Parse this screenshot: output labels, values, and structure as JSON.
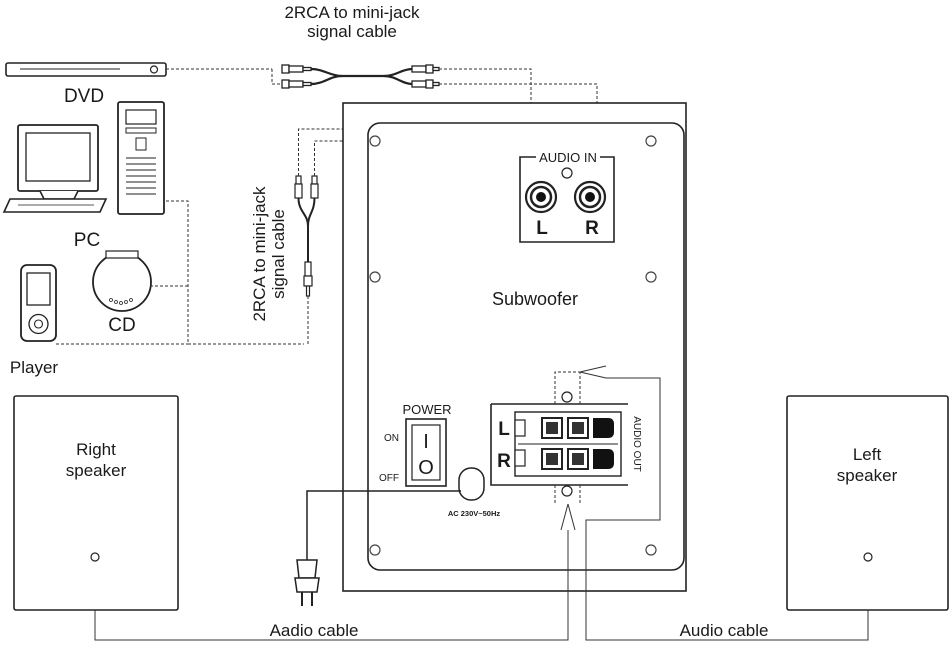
{
  "labels": {
    "top_cable_line1": "2RCA to mini-jack",
    "top_cable_line2": "signal cable",
    "side_cable_line1": "2RCA to mini-jack",
    "side_cable_line2": "signal cable",
    "dvd": "DVD",
    "pc": "PC",
    "cd": "CD",
    "player": "Player",
    "subwoofer": "Subwoofer",
    "audio_in": "AUDIO IN",
    "in_left": "L",
    "in_right": "R",
    "power": "POWER",
    "on": "ON",
    "off": "OFF",
    "switch_on_mark": "I",
    "switch_off_mark": "O",
    "audio_out": "AUDIO OUT",
    "out_left": "L",
    "out_right": "R",
    "ac_rating": "AC 230V~50Hz",
    "right_speaker_line1": "Right",
    "right_speaker_line2": "speaker",
    "left_speaker_line1": "Left",
    "left_speaker_line2": "speaker",
    "aadio_cable": "Aadio cable",
    "audio_cable": "Audio cable"
  }
}
